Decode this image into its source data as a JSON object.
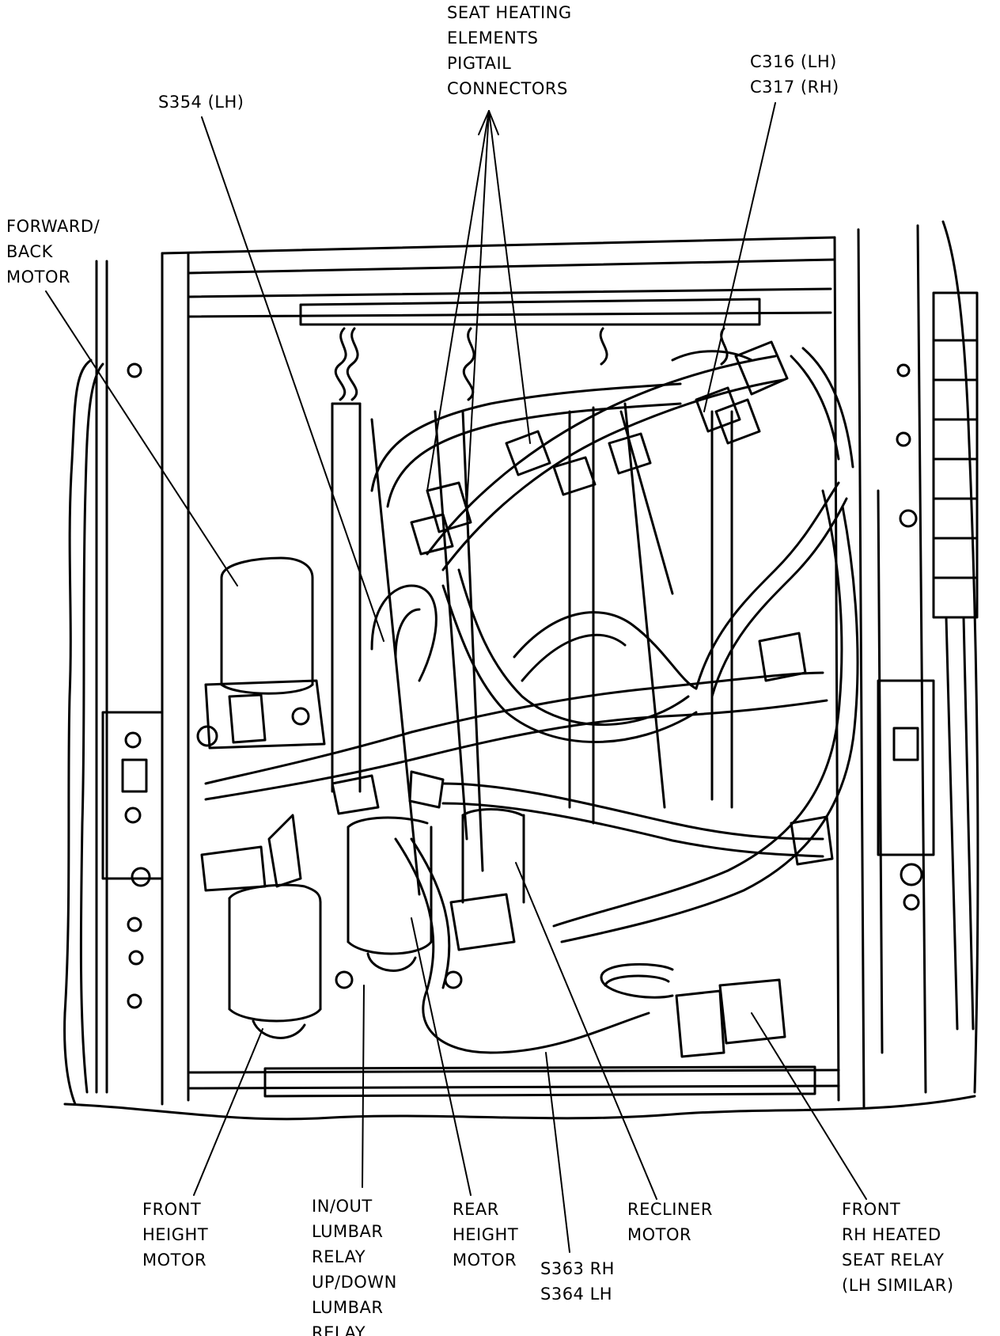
{
  "labels": {
    "seat_heating": [
      "SEAT HEATING",
      "ELEMENTS",
      "PIGTAIL",
      "CONNECTORS"
    ],
    "connector_c316": [
      "C316 (LH)",
      "C317 (RH)"
    ],
    "splice_s354": [
      "S354 (LH)"
    ],
    "forward_back_motor": [
      "FORWARD/",
      "BACK",
      "MOTOR"
    ],
    "front_height_motor": [
      "FRONT",
      "HEIGHT",
      "MOTOR"
    ],
    "lumbar_relays": [
      "IN/OUT",
      "LUMBAR",
      "RELAY",
      "UP/DOWN",
      "LUMBAR",
      "RELAY"
    ],
    "rear_height_motor": [
      "REAR",
      "HEIGHT",
      "MOTOR"
    ],
    "splice_s363": [
      "S363 RH",
      "S364 LH"
    ],
    "recliner_motor": [
      "RECLINER",
      "MOTOR"
    ],
    "heated_seat_relay": [
      "FRONT",
      "RH HEATED",
      "SEAT RELAY",
      "(LH SIMILAR)"
    ]
  },
  "colors": {
    "ink": "#000000",
    "paper": "#ffffff"
  }
}
